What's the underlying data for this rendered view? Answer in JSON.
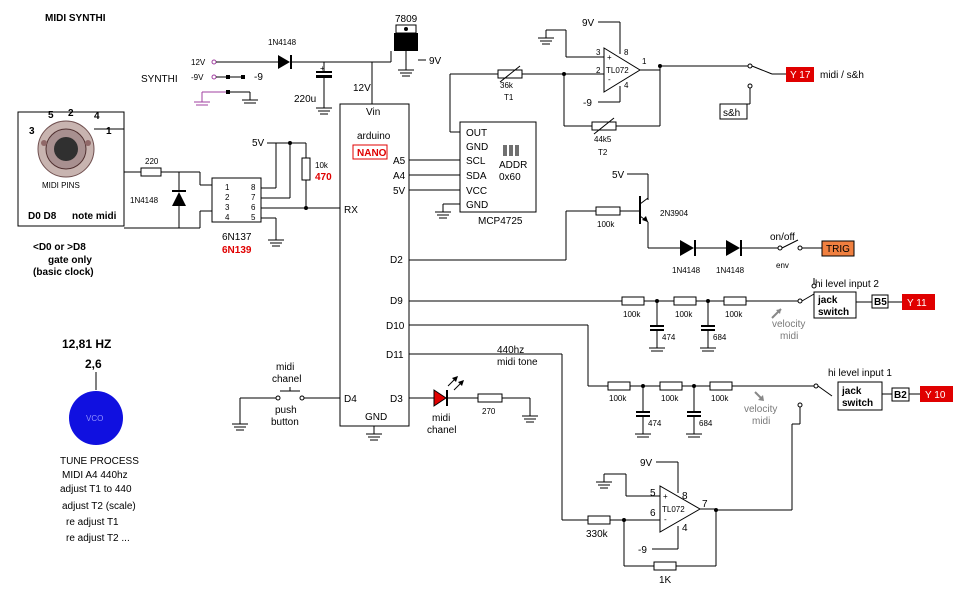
{
  "title": "MIDI SYNTHI",
  "power": {
    "v12_label": "12V",
    "vneg9_label": "-9V",
    "neg9": "-9",
    "synthi_label": "SYNTHI",
    "diode_top": "1N4148",
    "cap_220u": "220u",
    "reg_7809": "7809",
    "v9_out": "9V"
  },
  "midi_connector": {
    "caption": "MIDI PINS",
    "pins": [
      "5",
      "2",
      "4",
      "3",
      "1"
    ],
    "d0_d8": "D0  D8",
    "note_midi": "note midi",
    "r220": "220",
    "diode": "1N4148",
    "gate_line1": "<D0 or  >D8",
    "gate_line2": "gate only",
    "gate_line3": "(basic clock)"
  },
  "optocoupler": {
    "pins_left": [
      "1",
      "2",
      "3",
      "4"
    ],
    "pins_right": [
      "8",
      "7",
      "6",
      "5"
    ],
    "name": "6N137",
    "alt": "6N139",
    "v5": "5V",
    "r10k": "10k",
    "r470": "470"
  },
  "arduino": {
    "vin": "Vin",
    "v12": "12V",
    "label": "arduino",
    "badge": "NANO",
    "a5": "A5",
    "a4": "A4",
    "v5": "5V",
    "rx": "RX",
    "d2": "D2",
    "d9": "D9",
    "d10": "D10",
    "d11": "D11",
    "d4": "D4",
    "d3": "D3",
    "gnd": "GND"
  },
  "dac": {
    "pins": [
      "OUT",
      "GND",
      "SCL",
      "SDA",
      "VCC",
      "GND"
    ],
    "addr": "ADDR",
    "addr_val": "0x60",
    "name": "MCP4725"
  },
  "opamp1": {
    "v9": "9V",
    "neg9": "-9",
    "name": "TL072",
    "pin3": "3",
    "pin2": "2",
    "pin8": "8",
    "pin4": "4",
    "pin1": "1",
    "r36k": "36k",
    "t1": "T1",
    "r44k5": "44k5",
    "t2": "T2",
    "sh_box": "s&h",
    "out_label": "midi / s&h",
    "out_badge": "Y 17"
  },
  "trigger": {
    "v5": "5V",
    "r100k": "100k",
    "transistor": "2N3904",
    "diode1": "1N4148",
    "diode2": "1N4148",
    "onoff": "on/off",
    "env": "env",
    "out_badge": "TRIG"
  },
  "velocity2": {
    "hi_level": "hi level input 2",
    "r1": "100k",
    "r2": "100k",
    "r3": "100k",
    "c1": "474",
    "c2": "684",
    "velocity": "velocity",
    "midi": "midi",
    "jack": "jack",
    "switch": "switch",
    "b_box": "B5",
    "out_badge": "Y 11"
  },
  "velocity1": {
    "hi_level": "hi level input 1",
    "r1": "100k",
    "r2": "100k",
    "r3": "100k",
    "c1": "474",
    "c2": "684",
    "velocity": "velocity",
    "midi": "midi",
    "jack": "jack",
    "switch": "switch",
    "b_box": "B2",
    "out_badge": "Y 10"
  },
  "tone": {
    "hz": "440hz",
    "label": "midi tone",
    "r330k": "330k",
    "r1k": "1K",
    "v9": "9V",
    "neg9": "-9",
    "name": "TL072",
    "pin5": "5",
    "pin6": "6",
    "pin8": "8",
    "pin4": "4",
    "pin7": "7"
  },
  "misc": {
    "midi_chanel": "midi",
    "chanel": "chanel",
    "push": "push",
    "button": "button",
    "led_midi": "midi",
    "led_chanel": "chanel",
    "r270": "270"
  },
  "vco": {
    "freq": "12,81 HZ",
    "value": "2,6",
    "label": "VCO",
    "color": "#1010e0"
  },
  "tune": {
    "lines": [
      "TUNE PROCESS",
      "MIDI A4 440hz",
      "adjust T1 to 440",
      "adjust T2 (scale)",
      "re adjust T1",
      "re adjust T2 ..."
    ]
  },
  "colors": {
    "badge_red": "#e00000",
    "trig_orange": "#f08040",
    "purple": "#a040a0"
  }
}
